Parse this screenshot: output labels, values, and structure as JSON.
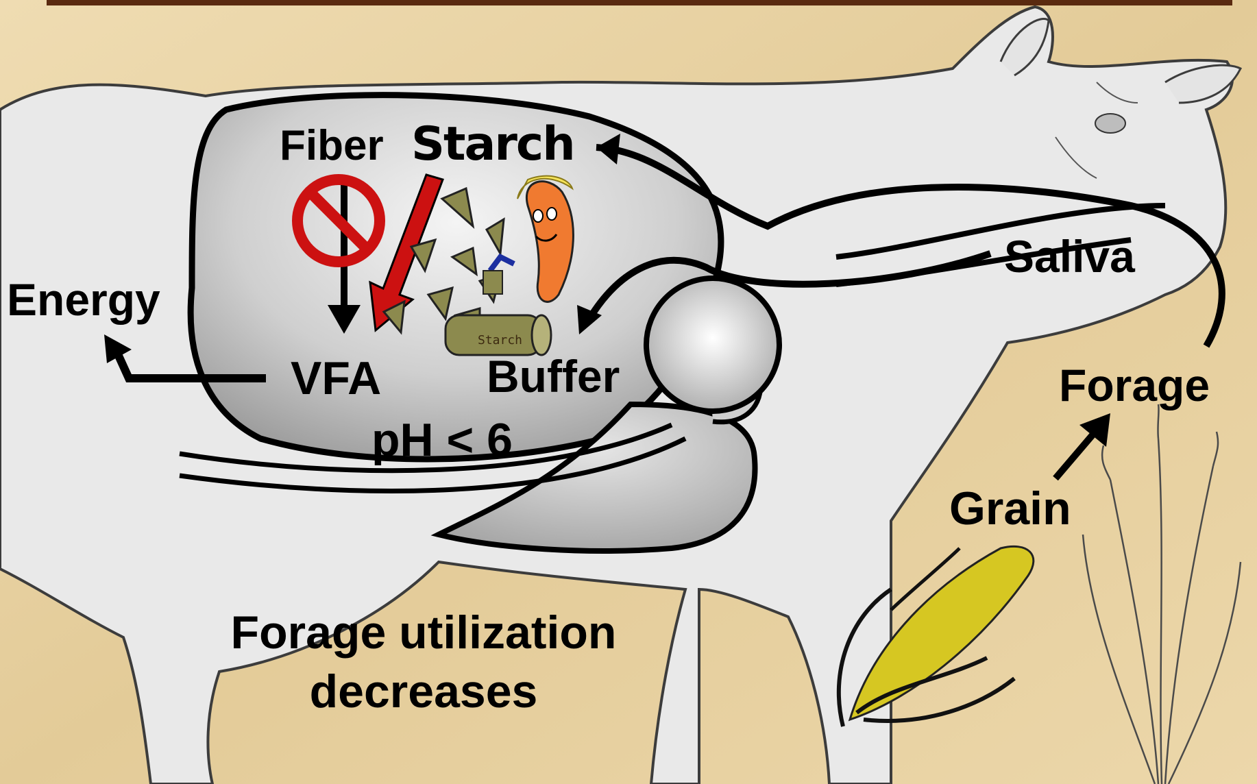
{
  "diagram": {
    "labels": {
      "fiber": "Fiber",
      "starch": "Starch",
      "energy": "Energy",
      "vfa": "VFA",
      "buffer": "Buffer",
      "ph": "pH < 6",
      "saliva": "Saliva",
      "forage": "Forage",
      "grain": "Grain",
      "log_word": "Starch"
    },
    "caption": {
      "line1": "Forage utilization",
      "line2": "decreases"
    }
  },
  "colors": {
    "background": "#e8d3a6",
    "top_bar": "#5a2a10",
    "cow_body": "#e9e9e9",
    "rumen_fill": "#bdbdbd",
    "starch_arrow": "#cc1111",
    "no_sign": "#cc1111",
    "outline": "#000000"
  }
}
